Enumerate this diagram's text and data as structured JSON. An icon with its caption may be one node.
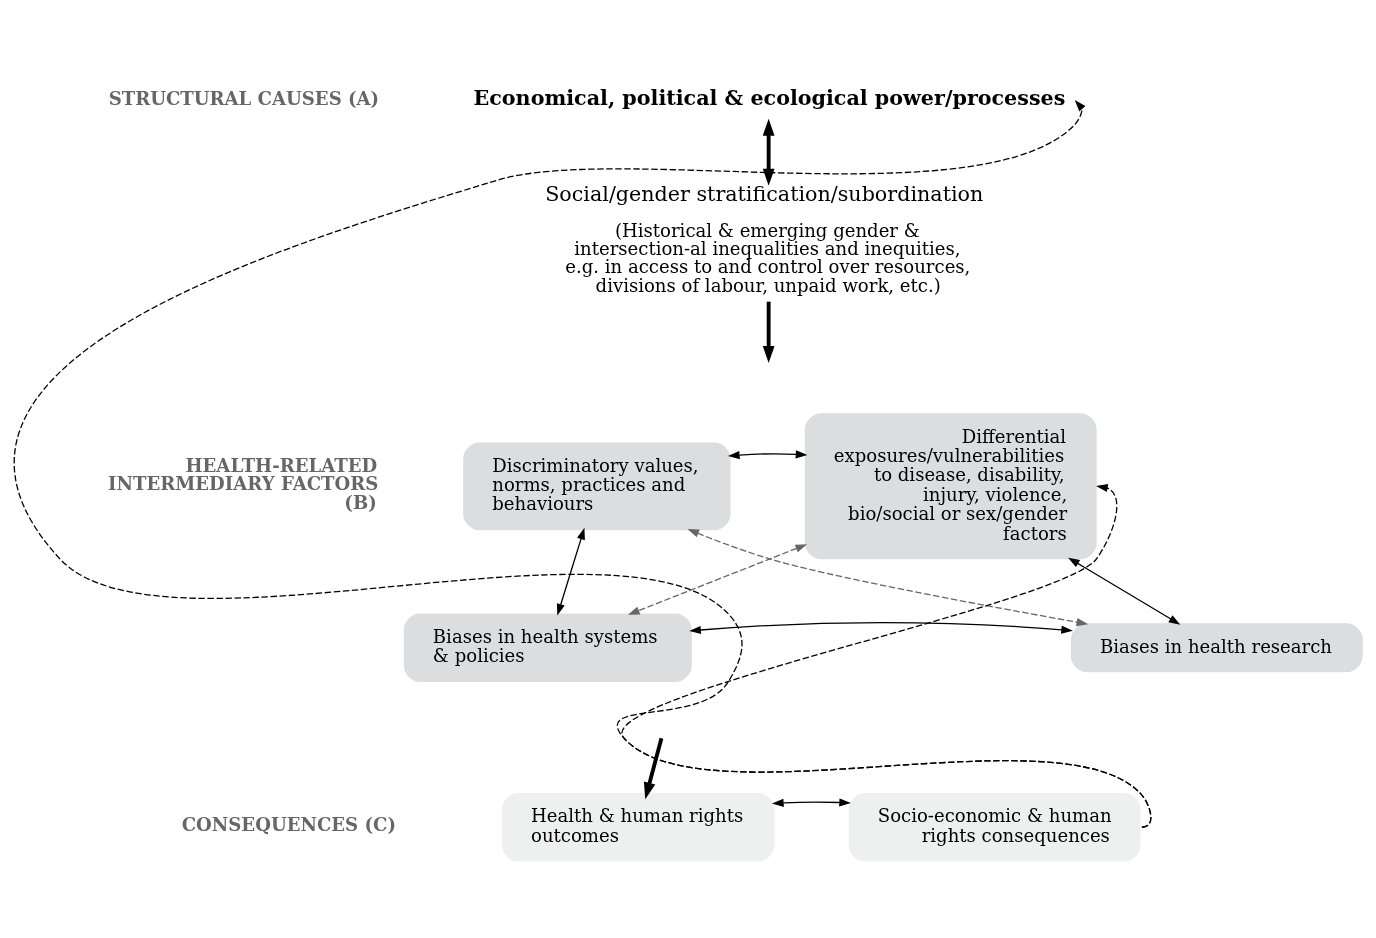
{
  "diagram": {
    "nodes": [
      {
        "text": [
          "Economical, political & ecological power/processes"
        ]
      },
      {
        "text": [
          "Social/gender stratification/subordination",
          "(Historical & emerging gender & intersection-al inequalities and inequities, e.g. in access to and control over resources, divisions of labour, unpaid work, etc.)"
        ]
      },
      {
        "text": [
          "Discriminatory values, norms, practices and behaviours"
        ]
      },
      {
        "text": [
          "Differential exposures/vulnerabilities to disease, disability, injury, violence, bio/social or sex/gender factors"
        ]
      },
      {
        "text": [
          "Biases in health systems & policies"
        ]
      },
      {
        "text": [
          "Biases in health research"
        ]
      },
      {
        "text": [
          "Health & human rights outcomes"
        ]
      },
      {
        "text": [
          "Socio-economic & human rights consequences"
        ]
      }
    ],
    "edges": [
      {
        "from": 0,
        "to": 1,
        "arrow": "both",
        "style": "thick"
      },
      {
        "from": 1,
        "to": null,
        "arrow": "to",
        "style": "thick"
      },
      {
        "from": 2,
        "to": 3,
        "arrow": "both"
      },
      {
        "from": 2,
        "to": 4,
        "arrow": "both"
      },
      {
        "from": 3,
        "to": 5,
        "arrow": "both"
      },
      {
        "from": 2,
        "to": 5,
        "arrow": "both",
        "style": "dashed",
        "color": "#666666"
      },
      {
        "from": 3,
        "to": 4,
        "arrow": "both",
        "style": "dashed",
        "color": "#666666"
      },
      {
        "from": 4,
        "to": 5,
        "arrow": "both"
      },
      {
        "from": null,
        "to": 6,
        "arrow": "to",
        "style": "thick"
      },
      {
        "from": 6,
        "to": 7,
        "arrow": "both"
      },
      {
        "from": 7,
        "to": 0,
        "arrow": "to",
        "style": "dashed"
      },
      {
        "from": 7,
        "to": 3,
        "arrow": "to",
        "style": "dashed"
      }
    ],
    "labels": [
      "STRUCTURAL CAUSES (A)",
      "HEALTH-RELATED INTERMEDIARY FACTORS (B)",
      "CONSEQUENCES (C)"
    ]
  }
}
